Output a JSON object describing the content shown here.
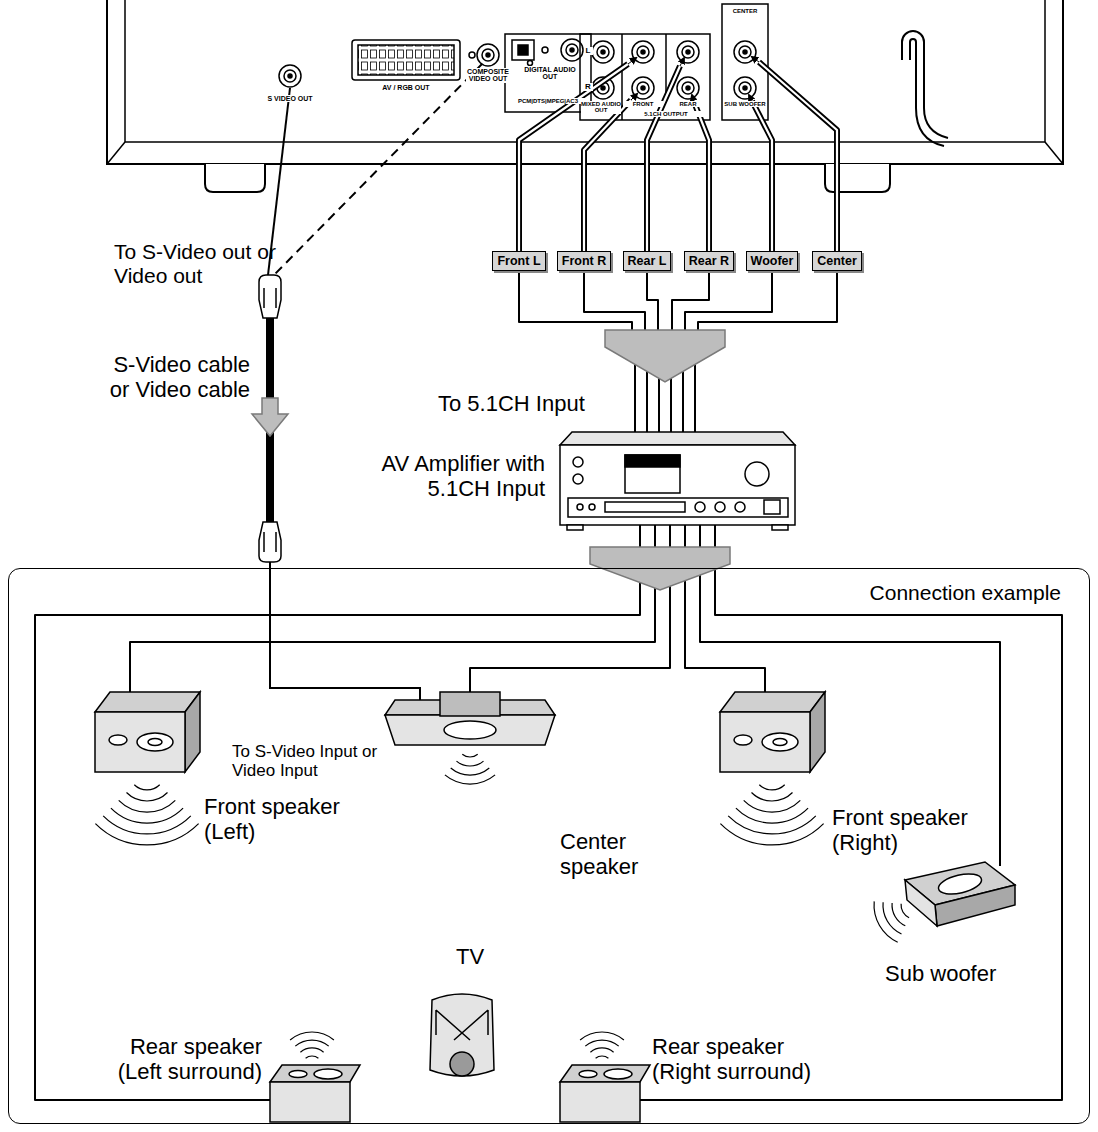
{
  "diagram": {
    "nodes": [
      {
        "text": [
          "Front L"
        ]
      },
      {
        "text": [
          "Front R"
        ]
      },
      {
        "text": [
          "Rear L"
        ]
      },
      {
        "text": [
          "Rear R"
        ]
      },
      {
        "text": [
          "Woofer"
        ]
      },
      {
        "text": [
          "Center"
        ]
      },
      {
        "text": [
          "Connection example"
        ]
      }
    ],
    "labels": [
      "S VIDEO OUT",
      "AV / RGB OUT",
      "COMPOSITE VIDEO OUT",
      "DIGITAL AUDIO OUT",
      "PCM|DTS|MPEG|AC3",
      "L",
      "R",
      "MIXED AUDIO OUT",
      "FRONT",
      "REAR",
      "5.1CH OUTPUT",
      "CENTER",
      "SUB WOOFER",
      "To S-Video out or Video out",
      "S-Video cable or Video cable",
      "To 5.1CH Input",
      "AV Amplifier with 5.1CH Input",
      "To S-Video Input or Video Input",
      "Front speaker (Left)",
      "Center speaker",
      "Front speaker (Right)",
      "Sub woofer",
      "TV",
      "Rear speaker (Left surround)",
      "Rear speaker (Right surround)"
    ]
  }
}
